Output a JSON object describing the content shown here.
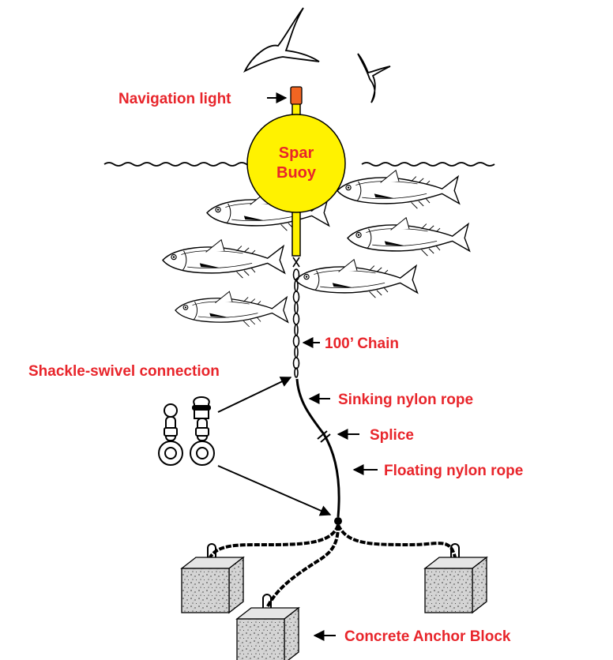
{
  "colors": {
    "label": "#e8252b",
    "buoy": "#fff200",
    "buoy_text": "#e8252b",
    "nav_light": "#f26522",
    "concrete": "#cfcfcf",
    "line": "#000000"
  },
  "labels": {
    "navigation_light": "Navigation light",
    "buoy_line1": "Spar",
    "buoy_line2": "Buoy",
    "chain": "100’ Chain",
    "shackle": "Shackle-swivel connection",
    "sinking": "Sinking nylon rope",
    "splice": "Splice",
    "floating": "Floating nylon rope",
    "anchor": "Concrete Anchor Block"
  },
  "icons": [
    "bird-icon",
    "fish-icon",
    "shackle-swivel-icon",
    "concrete-block-icon",
    "chain-icon"
  ]
}
